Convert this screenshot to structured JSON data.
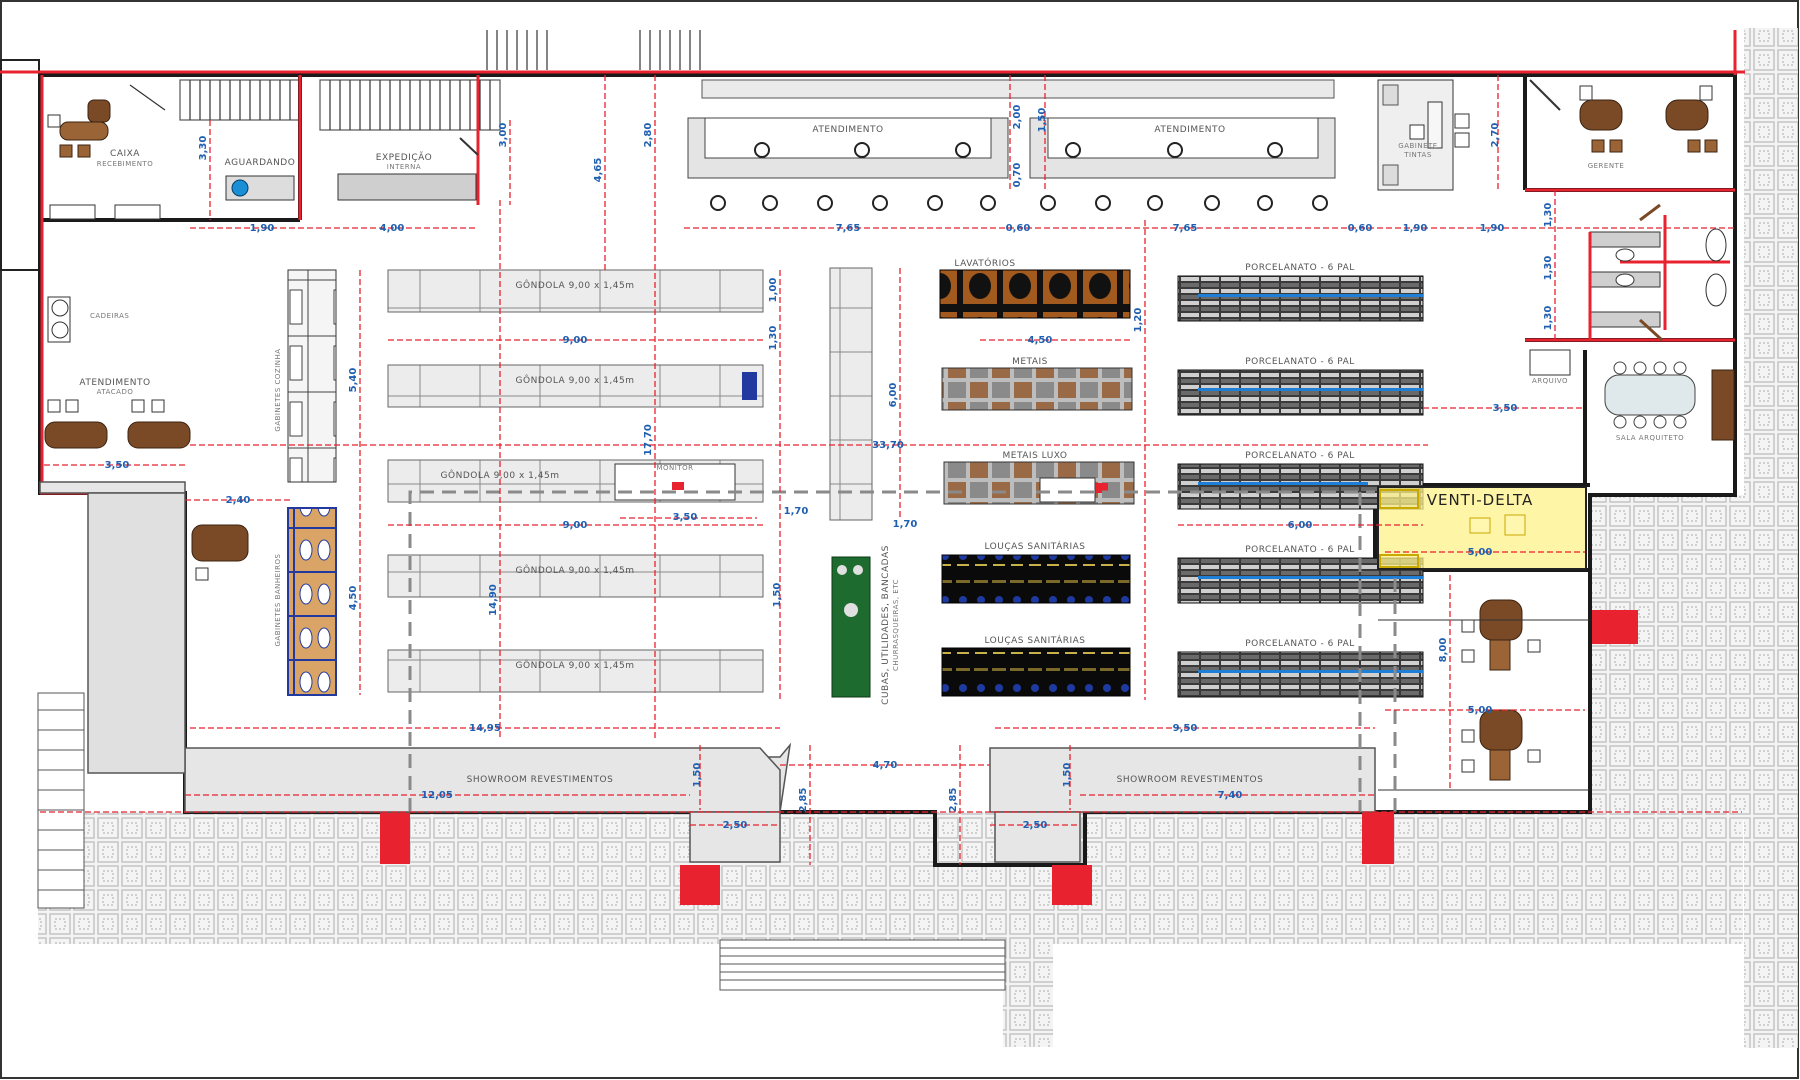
{
  "labels": {
    "caixa": "CAIXA",
    "caixa_sub": "RECEBIMENTO",
    "expedicao": "EXPEDIÇÃO",
    "expedicao_sub": "INTERNA",
    "aguardando": "AGUARDANDO",
    "atendimento_top_left": "ATENDIMENTO",
    "atendimento_top_right": "ATENDIMENTO",
    "gabinete": "GABINETE",
    "gabinete_sub": "TINTAS",
    "gerente": "GERENTE",
    "atendimento_atacado": "ATENDIMENTO",
    "atacado": "ATACADO",
    "gondola_1": "GÔNDOLA 9,00 x 1,45m",
    "gondola_2": "GÔNDOLA 9,00 x 1,45m",
    "gondola_3": "GÔNDOLA 9,00 x 1,45m",
    "gondola_4": "GÔNDOLA 9,00 x 1,45m",
    "gondola_5": "GÔNDOLA 9,00 x 1,45m",
    "monitor": "MONITOR",
    "gabinetes_cozinha": "GABINETES COZINHA",
    "gabinetes_banheiro": "GABINETES BANHEIROS",
    "lavatorios": "LAVATÓRIOS",
    "metais": "METAIS",
    "metais_luxo": "METAIS LUXO",
    "loucas_1": "LOUÇAS SANITÁRIAS",
    "loucas_2": "LOUÇAS SANITÁRIAS",
    "porcelanato_1": "PORCELANATO - 6 PAL",
    "porcelanato_2": "PORCELANATO - 6 PAL",
    "porcelanato_3": "PORCELANATO - 6 PAL",
    "porcelanato_4": "PORCELANATO - 6 PAL",
    "porcelanato_5": "PORCELANATO - 6 PAL",
    "cubas_1": "CUBAS, UTILIDADES, BANCADAS",
    "cubas_2": "CHURRASQUEIRAS, ETC",
    "venti_delta": "VENTI-DELTA",
    "sala_arquiteto": "SALA ARQUITETO",
    "showroom_left": "SHOWROOM REVESTIMENTOS",
    "showroom_right": "SHOWROOM REVESTIMENTOS",
    "cadeiras": "CADEIRAS",
    "arquivo": "ARQUIVO"
  },
  "dimensions": {
    "d_190_a": "1,90",
    "d_400": "4,00",
    "d_330": "3,30",
    "d_300": "3,00",
    "d_465": "4,65",
    "d_280": "2,80",
    "d_200": "2,00",
    "d_150_top": "1,50",
    "d_070_top": "0,70",
    "d_765_a": "7,65",
    "d_765_b": "7,65",
    "d_060_a": "0,60",
    "d_060_b": "0,60",
    "d_190_b": "1,90",
    "d_190_c": "1,90",
    "d_270": "2,70",
    "d_900_a": "9,00",
    "d_900_b": "9,00",
    "d_540": "5,40",
    "d_350_left": "3,50",
    "d_240": "2,40",
    "d_3370": "33,70",
    "d_1770": "17,70",
    "d_1490": "14,90",
    "d_600_v": "6,00",
    "d_450_v": "4,50",
    "d_130": "1,30",
    "d_100": "1,00",
    "d_120": "1,20",
    "d_350_mid": "3,50",
    "d_170": "1,70",
    "d_170_b": "1,70",
    "d_450": "4,50",
    "d_600": "6,00",
    "d_350_right": "3,50",
    "d_500_a": "5,00",
    "d_800": "8,00",
    "d_500_b": "5,00",
    "d_1495": "14,95",
    "d_950": "9,50",
    "d_470": "4,70",
    "d_1205": "12,05",
    "d_150_a": "1,50",
    "d_150_b": "1,50",
    "d_740": "7,40",
    "d_250_a": "2,50",
    "d_250_b": "2,50",
    "d_285_a": "2,85",
    "d_285_b": "2,85",
    "d_150_c": "1,50",
    "d_130_r1": "1,30",
    "d_130_r2": "1,30",
    "d_130_r3": "1,30"
  },
  "colors": {
    "wall": "#1a1a1a",
    "red": "#e8222e",
    "dimension": "#1f5fb0",
    "yellow": "#fff28a",
    "wood": "#7a4a26"
  }
}
